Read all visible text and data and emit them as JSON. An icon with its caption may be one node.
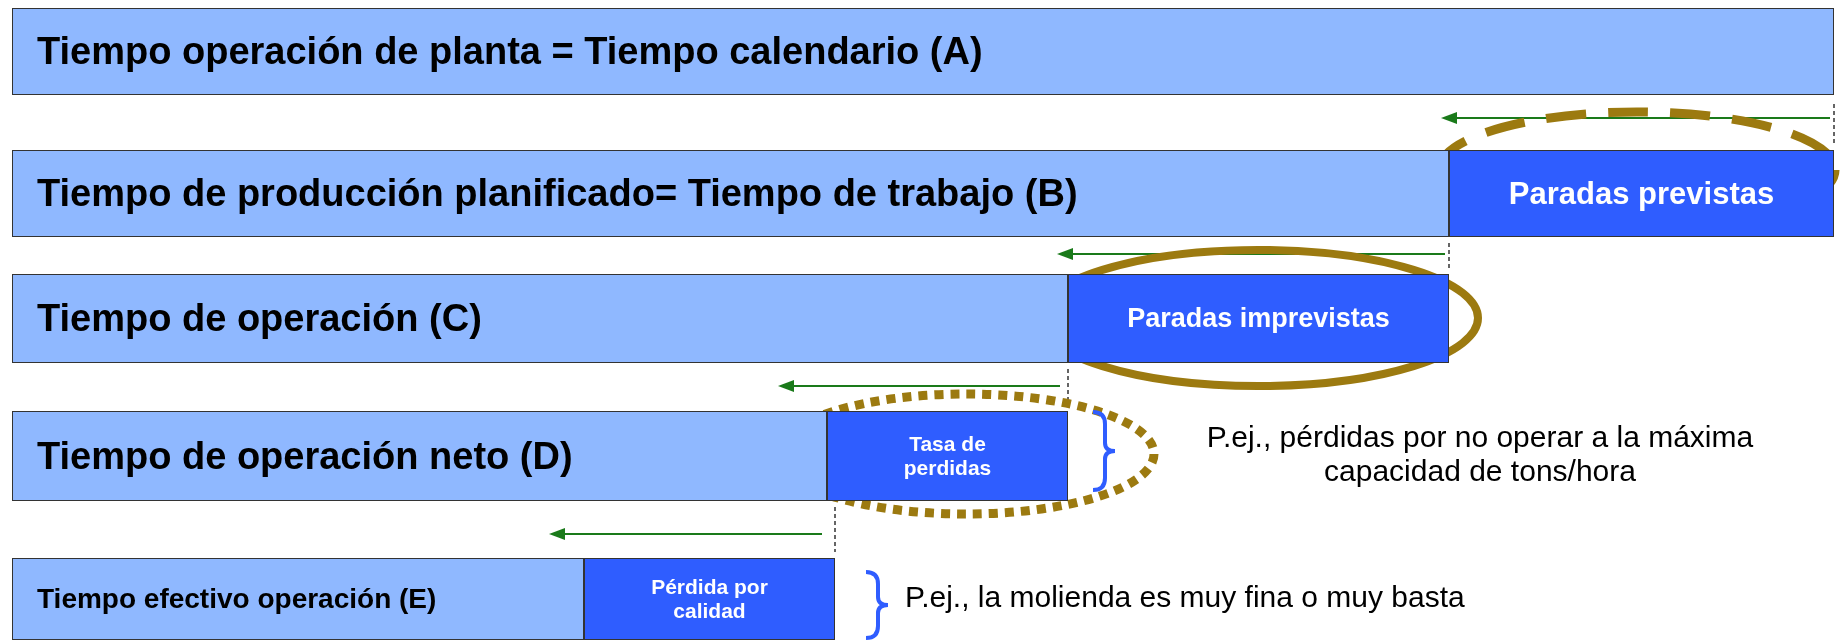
{
  "diagram": {
    "nodes": [
      {
        "text": [
          "Tiempo operación de planta = Tiempo calendario (A)"
        ]
      },
      {
        "text": [
          "Tiempo de producción planificado= Tiempo de trabajo (B)"
        ]
      },
      {
        "text": [
          "Paradas previstas"
        ]
      },
      {
        "text": [
          "Tiempo de operación (C)"
        ]
      },
      {
        "text": [
          "Paradas imprevistas"
        ]
      },
      {
        "text": [
          "Tiempo de operación neto (D)"
        ]
      },
      {
        "text": [
          "Tasa de perdidas"
        ]
      },
      {
        "text": [
          "Tiempo efectivo operación (E)"
        ]
      },
      {
        "text": [
          "Pérdida por calidad"
        ]
      }
    ],
    "labels": [
      "P.ej., pérdidas por no operar a la máxima capacidad de tons/hora",
      "P.ej., la molienda es muy fina o muy basta"
    ]
  }
}
